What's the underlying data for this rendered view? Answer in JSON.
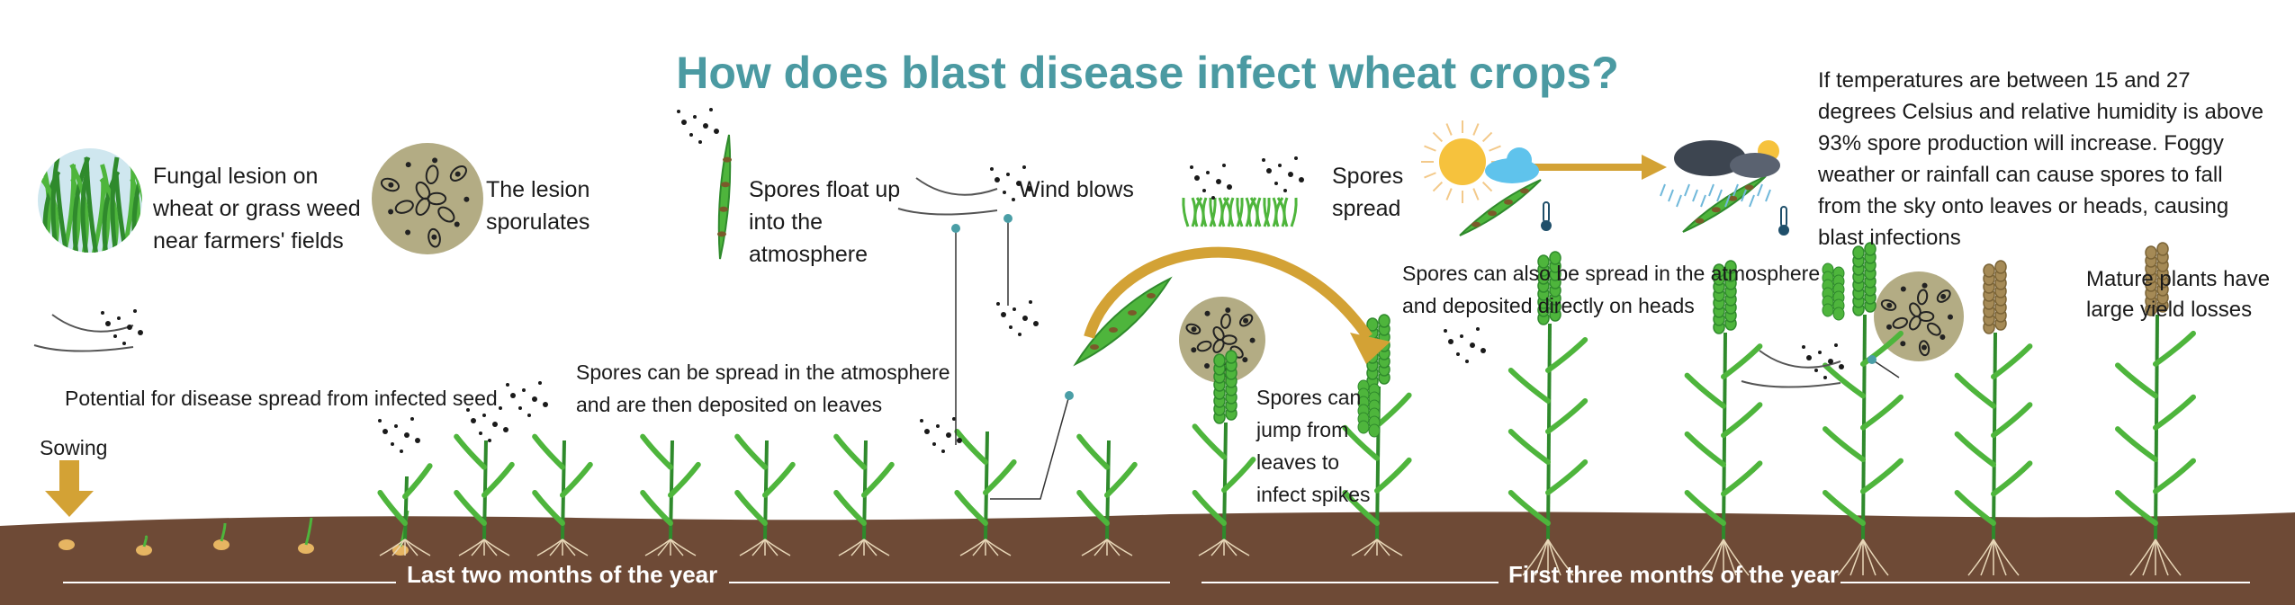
{
  "title": "How does blast disease infect wheat crops?",
  "colors": {
    "title_teal": "#4b9aa2",
    "soil_brown": "#6e4a36",
    "leaf_green": "#4eb53c",
    "dark_green": "#2f8a2c",
    "arrow_gold": "#d3a235",
    "spore_disc": "#b3ac84",
    "connector_teal": "#4a9ea6",
    "sun_yellow": "#f6c23d"
  },
  "labels": {
    "fungal_lesion": "Fungal lesion on\nwheat or grass weed\nnear farmers' fields",
    "lesion_sporulates": "The lesion\nsporulates",
    "seed_spread": "Potential for disease spread from infected seed",
    "sowing": "Sowing",
    "spores_float": "Spores float up\ninto the\natmosphere",
    "wind_blows": "Wind blows",
    "spores_spread": "Spores\nspread",
    "deposited_leaves": "Spores can be spread in the atmosphere\nand are then deposited on leaves",
    "jump_spikes": "Spores can\njump from\nleaves to\ninfect spikes",
    "deposited_heads": "Spores can also be spread in the atmosphere\nand deposited directly on heads",
    "weather_note": "If temperatures are between 15 and 27\ndegrees Celsius and relative humidity is above\n93% spore production will increase. Foggy\nweather or rainfall can cause spores to fall\nfrom the sky onto leaves or heads, causing\nblast infections",
    "mature_losses": "Mature plants have\nlarge yield losses"
  },
  "timeline": {
    "first_period": "Last two months of the year",
    "second_period": "First three months of the year"
  },
  "icons": [
    "grass-circle-icon",
    "sporulating-lesion-icon",
    "sowing-arrow-icon",
    "seed-icon",
    "spore-cluster-icon",
    "wind-swirl-icon",
    "infected-leaf-icon",
    "curved-arrow-icon",
    "sun-icon",
    "cloud-icon",
    "storm-cloud-icon",
    "rain-icon",
    "thermometer-icon",
    "wheat-plant-icon",
    "wheat-spike-icon",
    "root-icon"
  ]
}
